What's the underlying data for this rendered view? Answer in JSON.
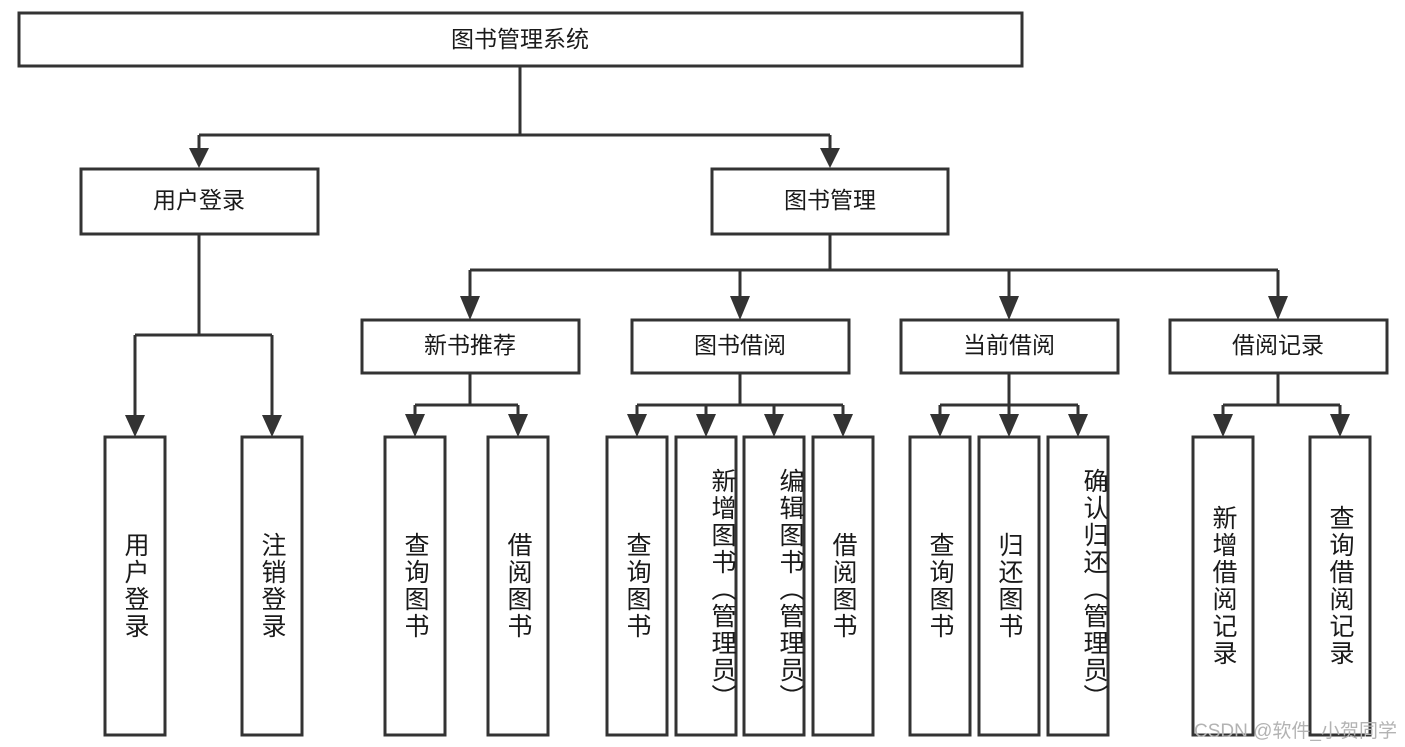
{
  "diagram": {
    "title": "图书管理系统",
    "type": "tree",
    "watermark": "CSDN @软件_小贺同学",
    "colors": {
      "box_fill": "#ffffff",
      "box_stroke": "#333333",
      "text": "#1a1a1a",
      "watermark": "#b3b3b3",
      "background": "#ffffff"
    },
    "levels": {
      "root": {
        "label": "图书管理系统",
        "orientation": "horizontal"
      },
      "level2": [
        {
          "label": "用户登录",
          "orientation": "horizontal"
        },
        {
          "label": "图书管理",
          "orientation": "horizontal"
        }
      ],
      "level3": [
        {
          "label": "新书推荐",
          "orientation": "horizontal"
        },
        {
          "label": "图书借阅",
          "orientation": "horizontal"
        },
        {
          "label": "当前借阅",
          "orientation": "horizontal"
        },
        {
          "label": "借阅记录",
          "orientation": "horizontal"
        }
      ],
      "leaves": [
        {
          "label": "用户登录",
          "orientation": "vertical",
          "parent": "用户登录"
        },
        {
          "label": "注销登录",
          "orientation": "vertical",
          "parent": "用户登录"
        },
        {
          "label": "查询图书",
          "orientation": "vertical",
          "parent": "新书推荐"
        },
        {
          "label": "借阅图书",
          "orientation": "vertical",
          "parent": "新书推荐"
        },
        {
          "label": "查询图书",
          "orientation": "vertical",
          "parent": "图书借阅"
        },
        {
          "label": "新增图书（管理员）",
          "orientation": "vertical",
          "parent": "图书借阅"
        },
        {
          "label": "编辑图书（管理员）",
          "orientation": "vertical",
          "parent": "图书借阅"
        },
        {
          "label": "借阅图书",
          "orientation": "vertical",
          "parent": "图书借阅"
        },
        {
          "label": "查询图书",
          "orientation": "vertical",
          "parent": "当前借阅"
        },
        {
          "label": "归还图书",
          "orientation": "vertical",
          "parent": "当前借阅"
        },
        {
          "label": "确认归还（管理员）",
          "orientation": "vertical",
          "parent": "当前借阅"
        },
        {
          "label": "新增借阅记录",
          "orientation": "vertical",
          "parent": "借阅记录"
        },
        {
          "label": "查询借阅记录",
          "orientation": "vertical",
          "parent": "借阅记录"
        }
      ]
    }
  }
}
